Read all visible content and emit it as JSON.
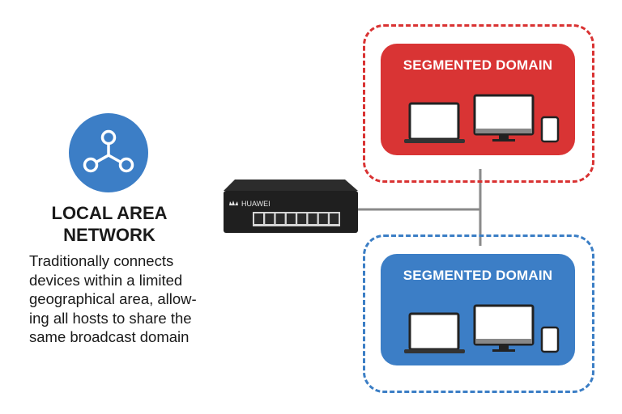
{
  "lan": {
    "icon": "network-nodes-icon",
    "title_line1": "LOCAL AREA",
    "title_line2": "NETWORK",
    "description_lines": [
      "Traditionally connects",
      "devices within a limited",
      "geographical area, allow-",
      "ing all hosts to share the",
      "same broadcast domain"
    ]
  },
  "switch": {
    "brand": "HUAWEI",
    "port_count": 8
  },
  "domains": [
    {
      "title": "SEGMENTED DOMAIN",
      "color": "#d93434",
      "border_color": "#d93232",
      "devices": [
        "laptop",
        "desktop-monitor",
        "smartphone"
      ]
    },
    {
      "title": "SEGMENTED DOMAIN",
      "color": "#3c7ec6",
      "border_color": "#3b7ec5",
      "devices": [
        "laptop",
        "desktop-monitor",
        "smartphone"
      ]
    }
  ],
  "colors": {
    "lan_icon_bg": "#3c7ec6",
    "connector_line": "#8a8a8a",
    "switch_body": "#1f1f1f"
  }
}
